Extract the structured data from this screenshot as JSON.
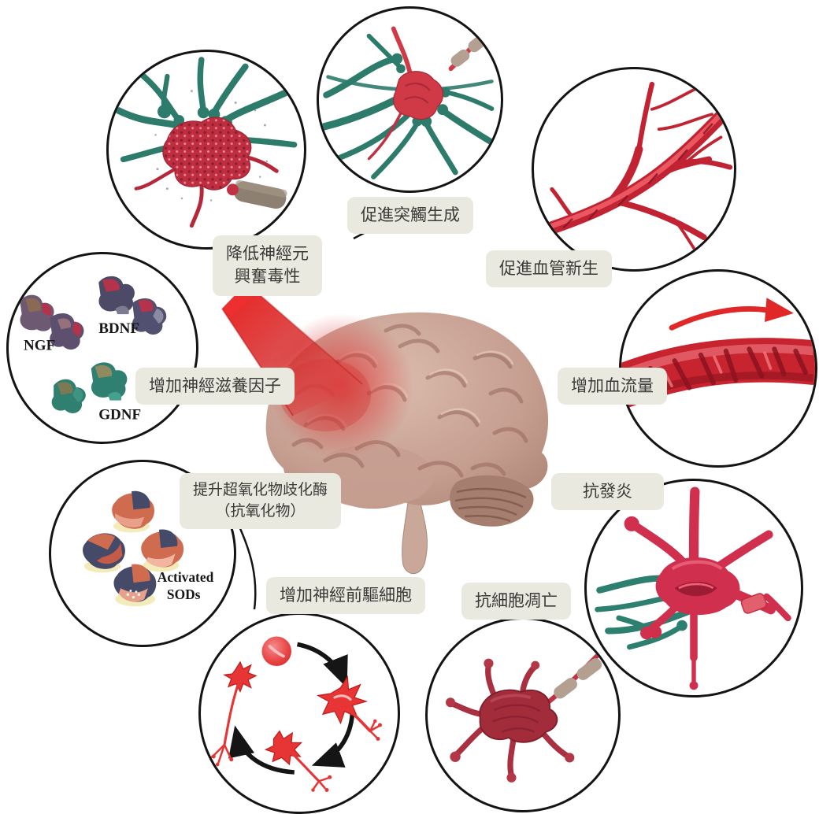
{
  "figure": {
    "kind": "medical-benefits-diagram",
    "subject": "human brain receiving red light beam, surrounded by nine circular benefit illustrations"
  },
  "palette": {
    "background": "#ffffff",
    "label_bg": "#e9e9e0",
    "label_text": "#3a3a36",
    "circle_outline": "#141414",
    "accent_red": "#e02828",
    "dark_red": "#a32c3b",
    "teal": "#2d7b6b",
    "brain": "#c59e90",
    "myelin_tan": "#b3a091"
  },
  "callouts": {
    "excitotoxicity": {
      "line1": "降低神經元",
      "line2": "興奮毒性"
    },
    "synaptogenesis": {
      "line1": "促進突觸生成"
    },
    "angiogenesis": {
      "line1": "促進血管新生"
    },
    "blood_flow": {
      "line1": "增加血流量"
    },
    "neurotrophic_factors": {
      "line1": "增加神經滋養因子"
    },
    "sod": {
      "line1": "提升超氧化物歧化酶",
      "line2": "（抗氧化物）"
    },
    "neural_precursors": {
      "line1": "增加神經前驅細胞"
    },
    "anti_apoptosis": {
      "line1": "抗細胞凋亡"
    },
    "anti_inflammation": {
      "line1": "抗發炎"
    }
  },
  "molecules": {
    "ngf": "NGF",
    "bdnf": "BDNF",
    "gdnf": "GDNF",
    "sods_line1": "Activated",
    "sods_line2": "SODs"
  },
  "circle_art": {
    "top_left": "neuron-with-glial-contacts-icon",
    "top_center": "neuron-synapses-icon",
    "top_right": "branching-blood-vessels-icon",
    "right": "blood-vessel-flow-arrow-icon",
    "left": "neurotrophic-factor-proteins-icon",
    "lower_left": "activated-sod-molecules-icon",
    "bottom_left": "neural-precursor-differentiation-cycle-icon",
    "bottom_center": "healthy-neuron-myelinated-axon-icon",
    "bottom_right": "microglia-cell-icon"
  }
}
